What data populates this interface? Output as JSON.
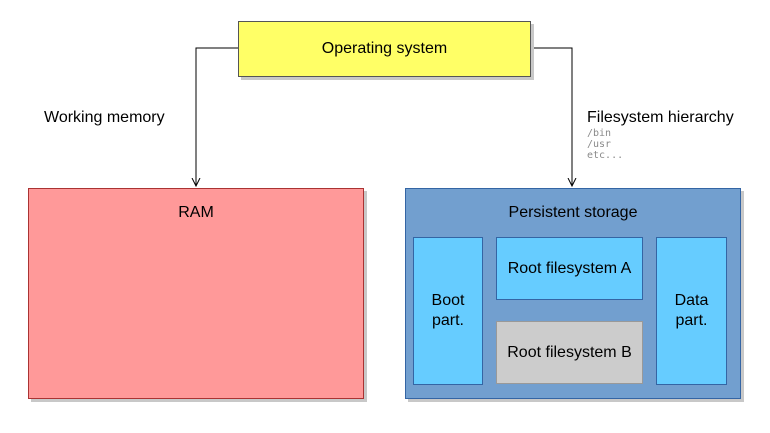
{
  "os": {
    "label": "Operating system"
  },
  "edges": {
    "working_memory": "Working memory",
    "filesystem_hierarchy": "Filesystem hierarchy",
    "paths": [
      "/bin",
      "/usr",
      "etc..."
    ]
  },
  "ram": {
    "label": "RAM"
  },
  "storage": {
    "label": "Persistent storage",
    "boot": "Boot part.",
    "root_a": "Root filesystem A",
    "root_b": "Root filesystem B",
    "data": "Data part."
  },
  "colors": {
    "os_fill": "#ffff66",
    "ram_fill": "#ff9999",
    "storage_fill": "#729fcf",
    "partition_fill": "#66ccff",
    "inactive_fill": "#cccccc",
    "connector": "#000000"
  }
}
